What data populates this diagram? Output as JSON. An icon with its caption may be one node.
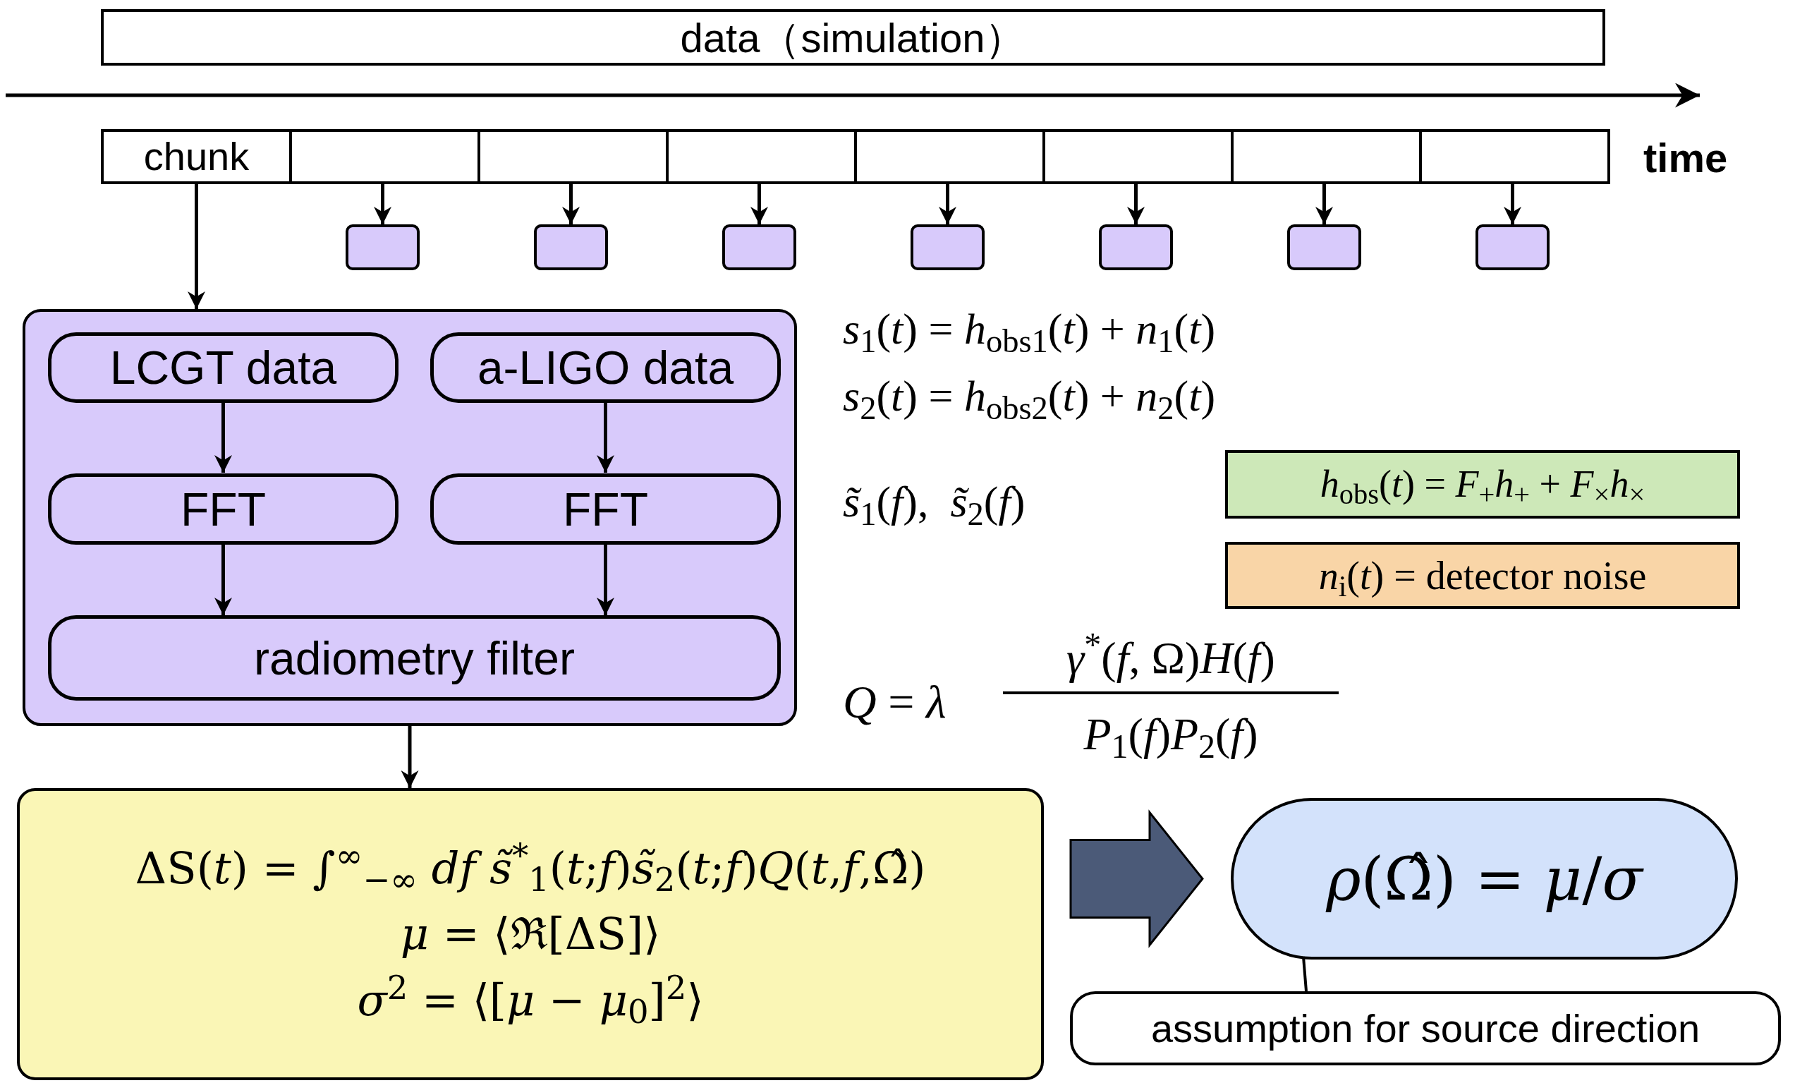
{
  "diagram": {
    "nodes": [
      {
        "text": [
          "data（simulation）"
        ]
      },
      {
        "text": [
          "chunk"
        ]
      },
      {
        "text": [],
        "shape": "box"
      },
      {
        "text": [],
        "shape": "box"
      },
      {
        "text": [],
        "shape": "box"
      },
      {
        "text": [],
        "shape": "box"
      },
      {
        "text": [],
        "shape": "box"
      },
      {
        "text": [],
        "shape": "box"
      },
      {
        "text": [],
        "shape": "box"
      },
      {
        "text": [],
        "shape": "box"
      },
      {
        "text": [],
        "shape": "box"
      },
      {
        "text": [],
        "shape": "box"
      },
      {
        "text": [],
        "shape": "box"
      },
      {
        "text": [],
        "shape": "box"
      },
      {
        "text": [],
        "shape": "box"
      },
      {
        "text": [],
        "shape": "box"
      },
      {
        "text": [],
        "shape": "box"
      },
      {
        "text": [
          "LCGT data"
        ],
        "in": 16
      },
      {
        "text": [
          "a-LIGO data"
        ],
        "in": 16
      },
      {
        "text": [
          "FFT"
        ],
        "in": 16
      },
      {
        "text": [
          "FFT"
        ],
        "in": 16
      },
      {
        "text": [
          "radiometry filter"
        ],
        "in": 16
      },
      {
        "text": [
          "ΔS(*t*) = ∫$^{∞}$$_{−∞}$ *df* *s̃*$^{*}$$_{1}$(*t*;*f*)*s̃*$_{2}$(*t*;*f*)*Q*(*t*,*f*,Ω̂)",
          "*μ* = ⟨ℜ[ΔS]⟩",
          "*σ*$^{2}$ = ⟨[*μ* − *μ*$_{0}$]$^{2}$⟩"
        ]
      },
      {
        "text": [
          "*ρ*(Ω̂) = *μ*/*σ*"
        ]
      },
      {
        "text": [
          "assumption for source direction"
        ]
      },
      {
        "text": [
          "*h*$_{obs}$(*t*) = *F*$_{+}$*h*$_{+}$ + *F*$_{×}$*h*$_{×}$"
        ]
      },
      {
        "text": [
          "*n*$_{i}$(*t*) = detector noise"
        ]
      }
    ],
    "edges": [
      {
        "from": 1,
        "to": 16,
        "arrow": "to"
      },
      {
        "from": 2,
        "to": 9,
        "arrow": "to"
      },
      {
        "from": 3,
        "to": 10,
        "arrow": "to"
      },
      {
        "from": 4,
        "to": 11,
        "arrow": "to"
      },
      {
        "from": 5,
        "to": 12,
        "arrow": "to"
      },
      {
        "from": 6,
        "to": 13,
        "arrow": "to"
      },
      {
        "from": 7,
        "to": 14,
        "arrow": "to"
      },
      {
        "from": 8,
        "to": 15,
        "arrow": "to"
      },
      {
        "from": 17,
        "to": 19,
        "arrow": "to"
      },
      {
        "from": 18,
        "to": 20,
        "arrow": "to"
      },
      {
        "from": 19,
        "to": 21,
        "arrow": "to"
      },
      {
        "from": 20,
        "to": 21,
        "arrow": "to"
      },
      {
        "from": 16,
        "to": 22,
        "arrow": "to"
      },
      {
        "from": 22,
        "to": 23,
        "arrow": "to",
        "style": "thick",
        "color": "#4b5a78"
      },
      {
        "from": 24,
        "to": 23,
        "arrow": "none"
      }
    ],
    "labels": [
      "time",
      "*s*$_{1}$(*t*) = *h*$_{obs1}$(*t*) + *n*$_{1}$(*t*)",
      "*s*$_{2}$(*t*) = *h*$_{obs2}$(*t*) + *n*$_{2}$(*t*)",
      "*s̃*$_{1}$(*f*),  *s̃*$_{2}$(*f*)",
      "*Q* = *λ*",
      "*γ*$^{*}$(*f*, Ω)*H*(*f*)",
      "*P*$_{1}$(*f*)*P*$_{2}$(*f*)"
    ]
  }
}
